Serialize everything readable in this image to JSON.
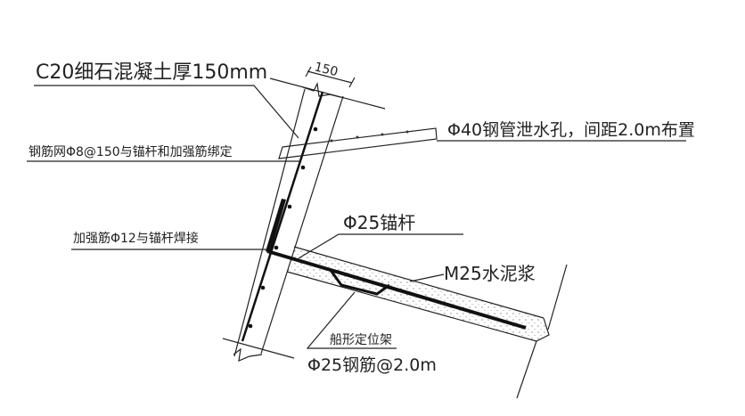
{
  "labels": {
    "concrete": "C20细石混凝土厚150mm",
    "mesh": "钢筋网Φ8@150与锚杆和加强筋绑定",
    "drain": "Φ40钢管泄水孔，间距2.0m布置",
    "stiffener": "加强筋Φ12与锚杆焊接",
    "anchor": "Φ25锚杆",
    "grout": "M25水泥浆",
    "frame": "船形定位架",
    "rebar": "Φ25钢筋@2.0m",
    "dimension": "150"
  }
}
